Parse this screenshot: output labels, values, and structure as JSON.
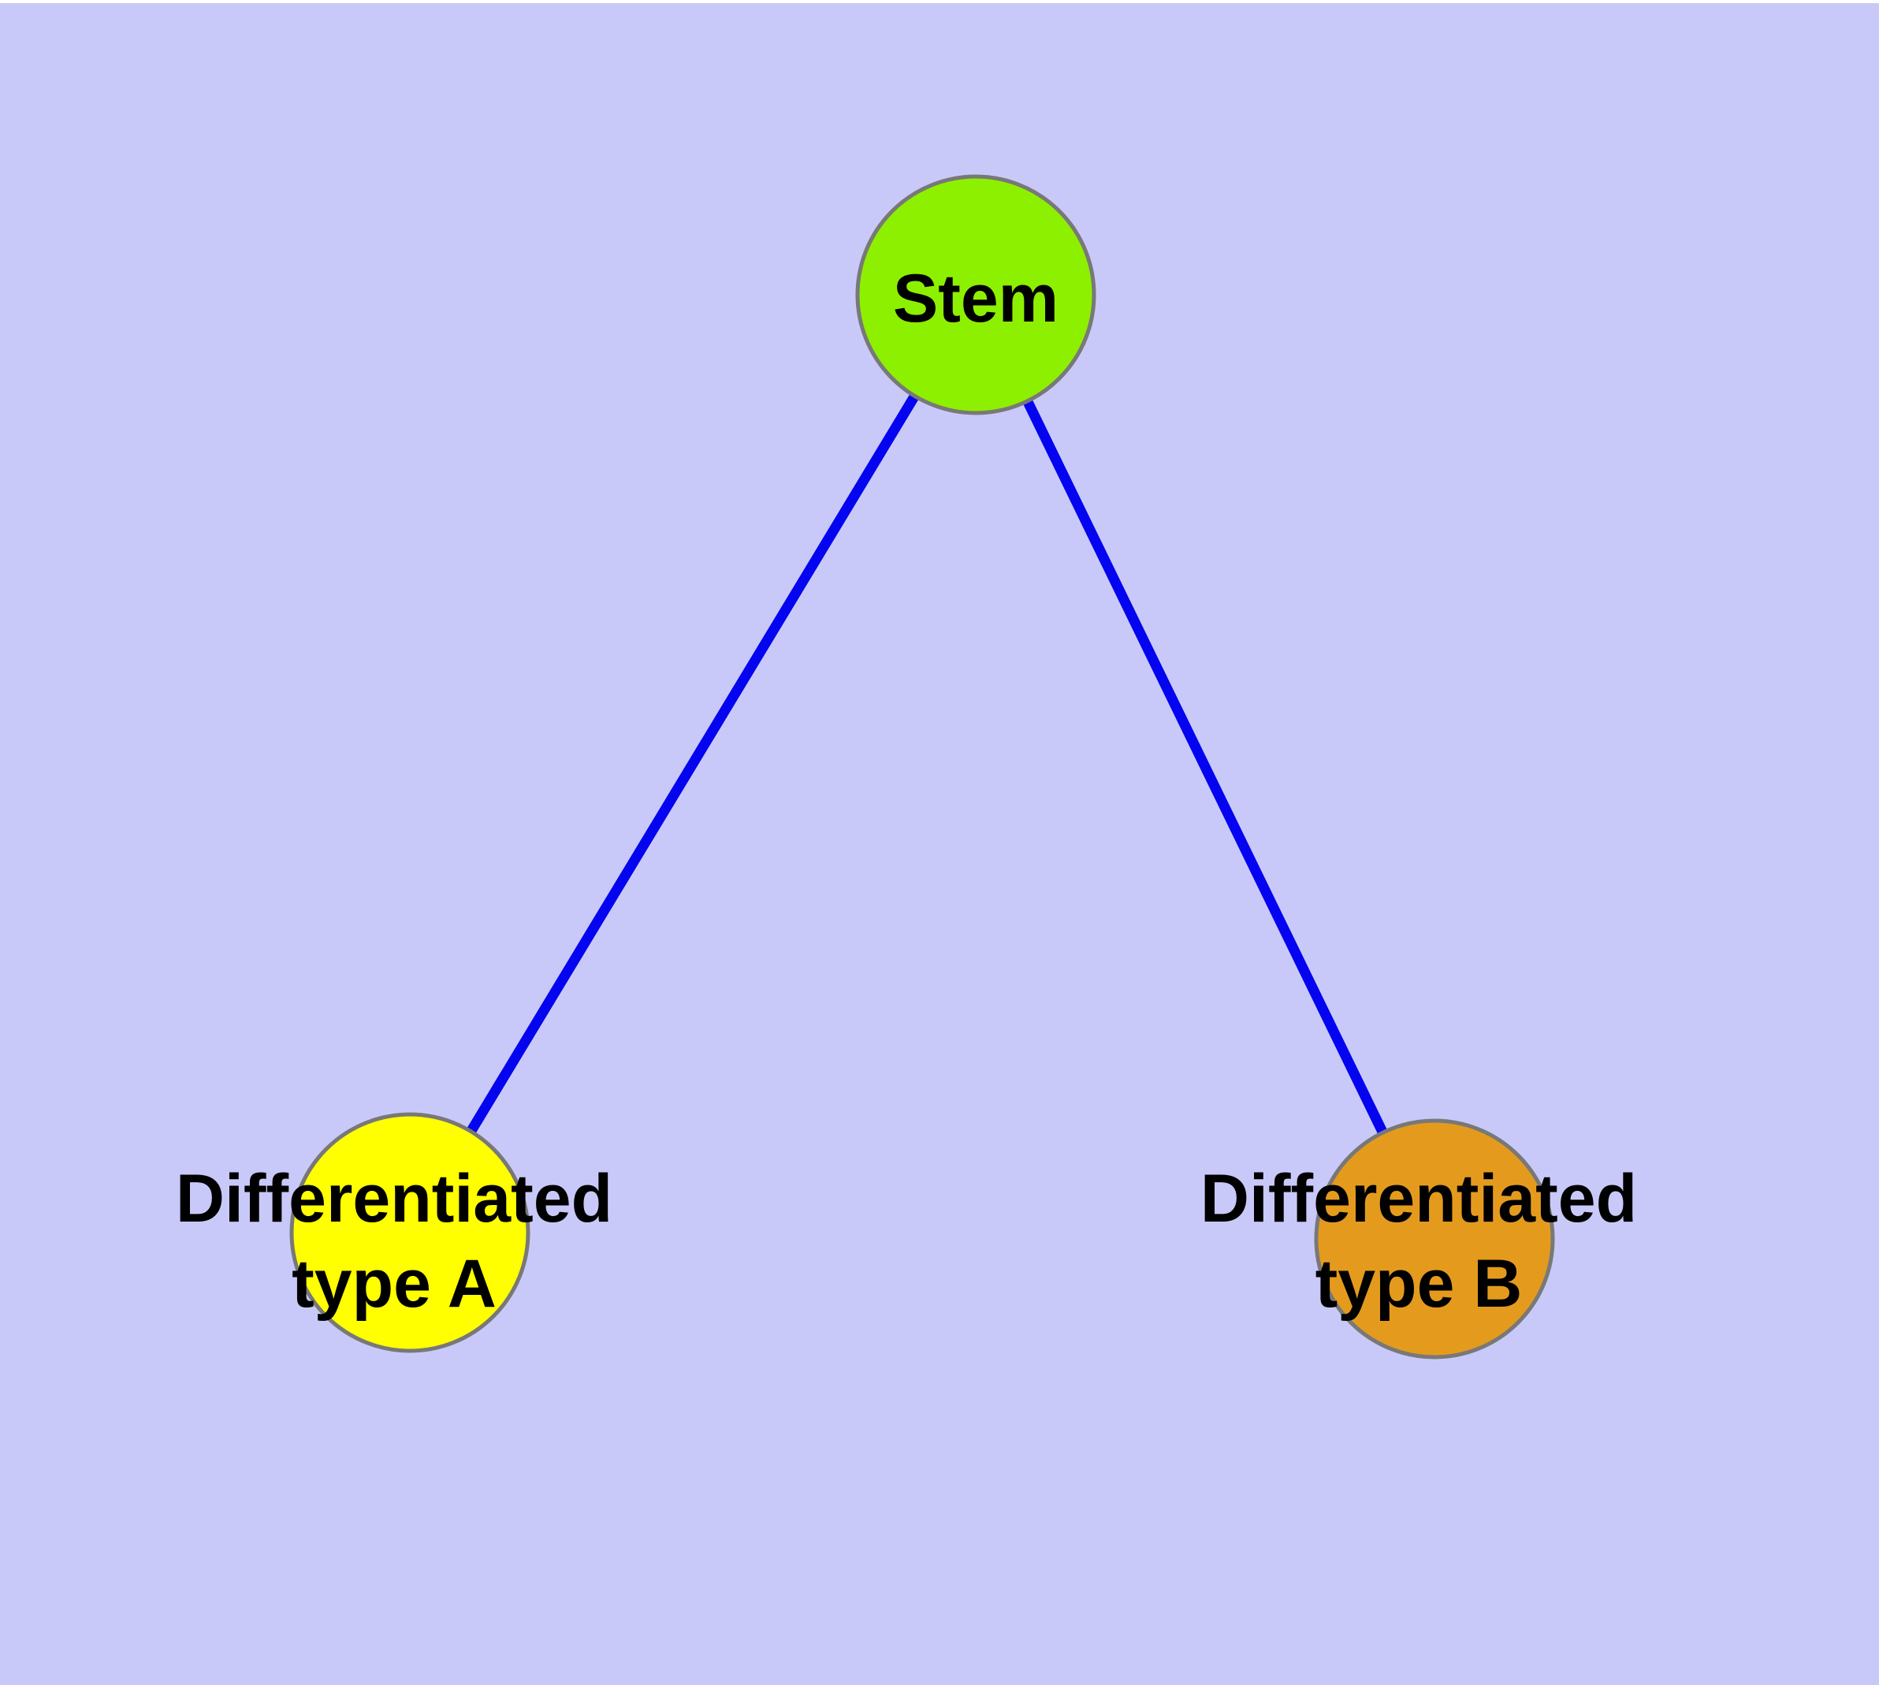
{
  "diagram": {
    "background_color": "#C9C9F9",
    "top_strip_color": "#FFFFFF",
    "text_color": "#000000",
    "node_border_color": "#787878",
    "edge_color": "#0404F0",
    "nodes": [
      {
        "id": "stem",
        "label": "Stem",
        "lines": [
          "Stem"
        ],
        "color": "#8DF000"
      },
      {
        "id": "type-a",
        "label": "Differentiated type A",
        "lines": [
          "Differentiated",
          "type A"
        ],
        "color": "#FFFF00"
      },
      {
        "id": "type-b",
        "label": "Differentiated type B",
        "lines": [
          "Differentiated",
          "type B"
        ],
        "color": "#E49B1D"
      }
    ],
    "edges": [
      {
        "from": "Stem",
        "to": "Differentiated type A"
      },
      {
        "from": "Stem",
        "to": "Differentiated type B"
      }
    ]
  }
}
